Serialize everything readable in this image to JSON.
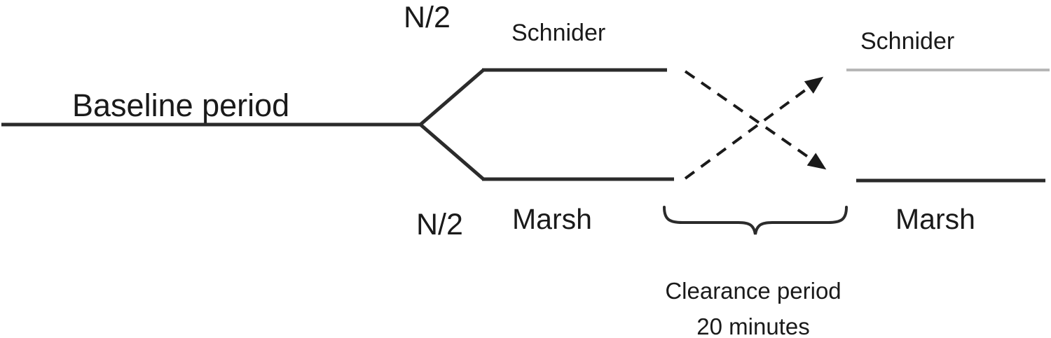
{
  "diagram": {
    "baseline_label": "Baseline period",
    "n_top_label": "N/2",
    "n_bottom_label": "N/2",
    "schnider_left_label": "Schnider",
    "schnider_right_label": "Schnider",
    "marsh_left_label": "Marsh",
    "marsh_right_label": "Marsh",
    "clearance_label_line1": "Clearance period",
    "clearance_label_line2": "20 minutes"
  },
  "colors": {
    "line_dark": "#2b2b2b",
    "line_light": "#b7b7b7",
    "text": "#1a1a1a"
  }
}
